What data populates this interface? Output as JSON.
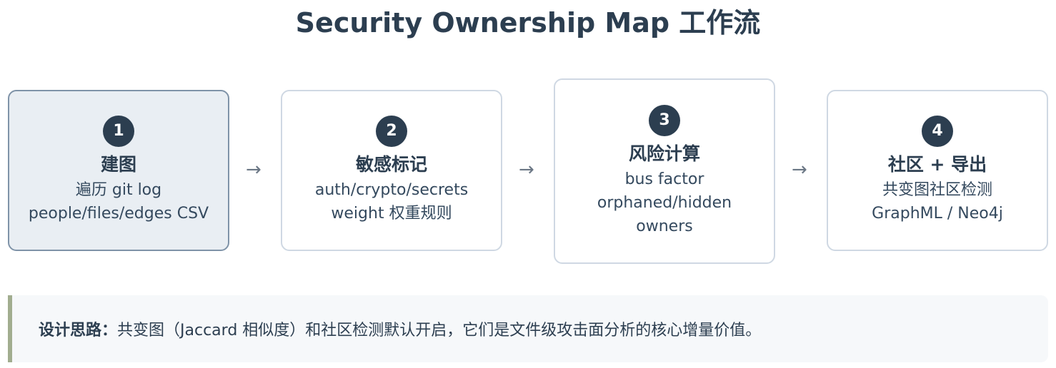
{
  "title": "Security Ownership Map 工作流",
  "steps": [
    {
      "number": "1",
      "title": "建图",
      "lines": [
        "遍历 git log",
        "people/files/edges CSV"
      ]
    },
    {
      "number": "2",
      "title": "敏感标记",
      "lines": [
        "auth/crypto/secrets",
        "weight 权重规则"
      ]
    },
    {
      "number": "3",
      "title": "风险计算",
      "lines": [
        "bus factor",
        "orphaned/hidden",
        "owners"
      ]
    },
    {
      "number": "4",
      "title": "社区 + 导出",
      "lines": [
        "共变图社区检测",
        "GraphML / Neo4j"
      ]
    }
  ],
  "arrows": [
    "→",
    "→",
    "→"
  ],
  "note": {
    "label": "设计思路：",
    "text": "共变图（Jaccard 相似度）和社区检测默认开启，它们是文件级攻击面分析的核心增量价值。"
  }
}
